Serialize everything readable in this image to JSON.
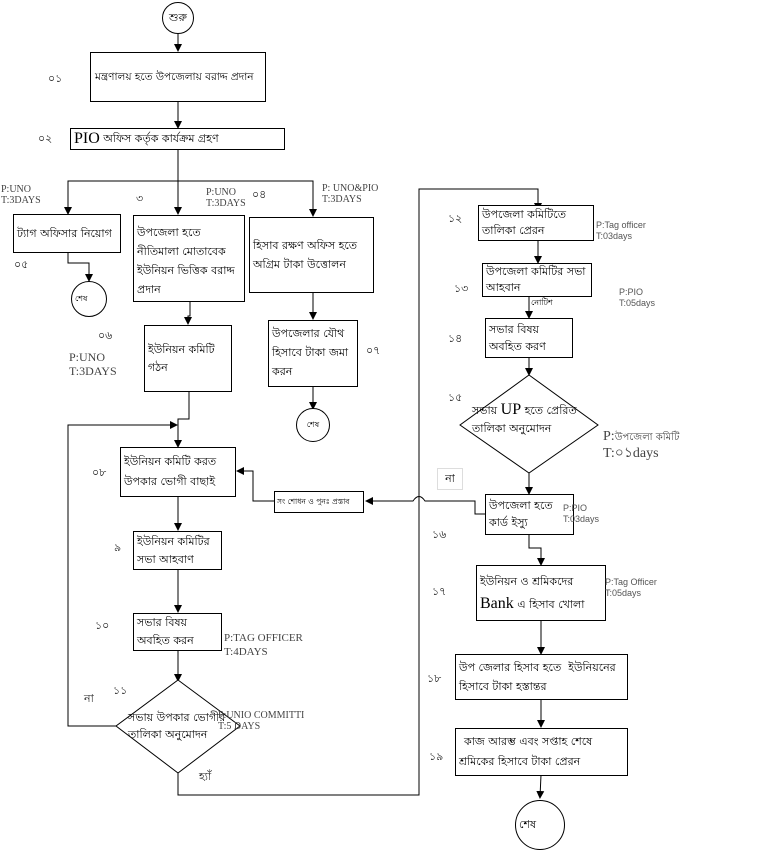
{
  "diagram": {
    "start": "শুরু",
    "end_label": "শেষ",
    "steps": [
      {
        "num": "০১",
        "text": "মন্ত্রণালয় হতে উপজেলায় বরাদ্দ প্রদান"
      },
      {
        "num": "০২",
        "text_prefix": "PIO",
        "text": "অফিস কর্তৃক কার্যক্রম গ্রহণ"
      },
      {
        "num": "৩",
        "line1": "উপজেলা হতে",
        "line2": "নীতিমালা মোতাবেক",
        "line3": "ইউনিয়ন ভিত্তিক বরাদ্দ",
        "line4": "প্রদান",
        "meta_p": "P:UNO",
        "meta_t": "T:3DAYS"
      },
      {
        "num": "০৪",
        "line1": "হিসাব রক্ষণ অফিস হতে",
        "line2": "অগ্রিম টাকা উত্তোলন",
        "meta_p": "P: UNO&PIO",
        "meta_t": "T:3DAYS"
      },
      {
        "num": "০৫",
        "text": "ট্যাগ অফিসার নিয়োগ",
        "meta_p": "P:UNO",
        "meta_t": "T:3DAYS"
      },
      {
        "num": "০৬",
        "line1": "ইউনিয়ন কমিটি",
        "line2": "গঠন",
        "meta_p": "P:UNO",
        "meta_t": "T:3DAYS"
      },
      {
        "num": "০৭",
        "line1": "উপজেলার যৌথ",
        "line2": "হিসাবে টাকা জমা",
        "line3": "করন"
      },
      {
        "num": "০৮",
        "line1": "ইউনিয়ন কমিটি করত",
        "line2": "উপকার ভোগী বাছাই"
      },
      {
        "num": "৯",
        "line1": "ইউনিয়ন কমিটির",
        "line2": "সভা আহবাণ"
      },
      {
        "num": "১০",
        "line1": "সভার বিষয়",
        "line2": "অবহিত করন",
        "meta_p": "P:TAG OFFICER",
        "meta_t": "T:4DAYS"
      },
      {
        "num": "১১",
        "line1": "সভায় উপকার ভোগীর",
        "line2": "তালিকা অনুমোদন",
        "meta_p": "P:UNIO COMMITTI",
        "meta_t": "T:5 DAYS",
        "no_label": "না",
        "yes_label": "হ্যাঁ"
      },
      {
        "num": "১২",
        "line1": "উপজেলা কমিটিতে",
        "line2": "তালিকা প্রেরন",
        "meta_p": "P:Tag officer",
        "meta_t": "T:03days"
      },
      {
        "num": "১৩",
        "line1": "উপজেলা কমিটির সভা",
        "line2": "আহবান",
        "meta_p": "P:PIO",
        "meta_t": "T:05days",
        "edge_label": "নোটিশ"
      },
      {
        "num": "১৪",
        "line1": "সভার বিষয়",
        "line2": "অবহিত করণ"
      },
      {
        "num": "১৫",
        "line1_prefix": "সভায়",
        "line1_latin": "UP",
        "line1_suffix": "হতে প্রেরিত",
        "line2": "তালিকা অনুমোদন",
        "meta_p_prefix": "P:",
        "meta_p": "উপজেলা কমিটি",
        "meta_t": "T:০১days",
        "no_label": "না"
      },
      {
        "num": "১৬",
        "line1": "উপজেলা হতে",
        "line2": "কার্ড ইস্যু",
        "meta_p": "P:PIO",
        "meta_t": "T:03days"
      },
      {
        "num": "১৭",
        "line1": "ইউনিয়ন ও শ্রমিকদের",
        "line2_latin": "Bank",
        "line2": "এ হিসাব খোলা",
        "meta_p": "P:Tag Officer",
        "meta_t": "T:05days"
      },
      {
        "num": "১৮",
        "line1": "উপ জেলার হিসাব হতে  ইউনিয়নের",
        "line2": "হিসাবে টাকা হস্তান্তর"
      },
      {
        "num": "১৯",
        "line1": "কাজ আরম্ভ এবং সপ্তাহ শেষে",
        "line2": "শ্রমিকের হিসাবে টাকা প্রেরন"
      }
    ],
    "revision_box": "সং শোধন ও পুনঃ প্রস্তাব"
  }
}
